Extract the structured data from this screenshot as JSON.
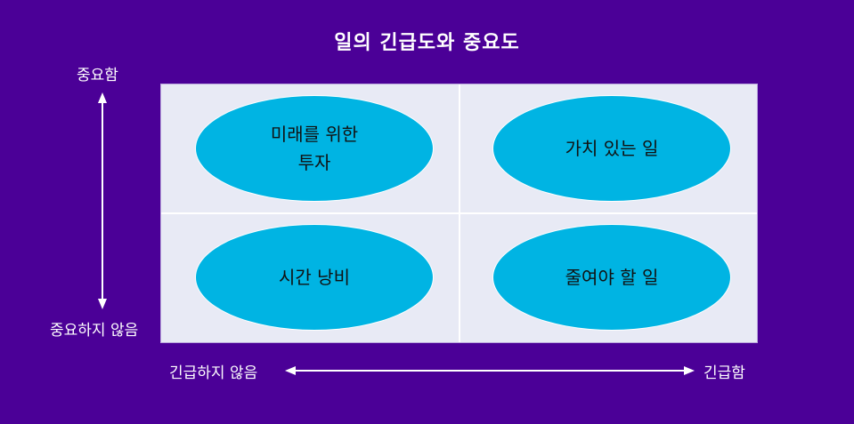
{
  "title": "일의 긴급도와 중요도",
  "axes": {
    "y": {
      "top_label": "중요함",
      "bottom_label": "중요하지 않음"
    },
    "x": {
      "left_label": "긴급하지 않음",
      "right_label": "긴급함"
    }
  },
  "quadrants": {
    "top_left": {
      "label": "미래를 위한\n투자"
    },
    "top_right": {
      "label": "가치 있는 일"
    },
    "bottom_left": {
      "label": "시간 낭비"
    },
    "bottom_right": {
      "label": "줄여야 할 일"
    }
  },
  "colors": {
    "background": "#4b0097",
    "grid": "#e8eaf5",
    "ellipse": "#00b4e3",
    "text_light": "#ffffff",
    "text_dark": "#111111"
  }
}
